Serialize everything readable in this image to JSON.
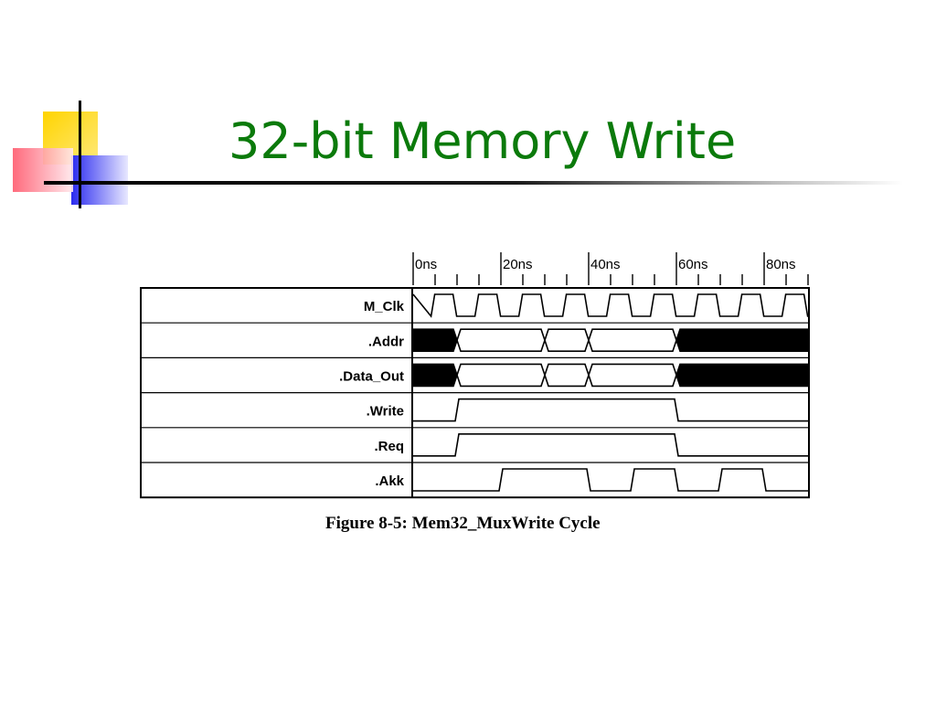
{
  "slide": {
    "title": "32-bit Memory Write",
    "title_color": "#0b7a0b"
  },
  "chart_data": {
    "type": "timing-diagram",
    "caption": "Figure 8-5:  Mem32_MuxWrite Cycle",
    "time_unit": "ns",
    "time_ticks": [
      "0ns",
      "20ns",
      "40ns",
      "60ns",
      "80ns"
    ],
    "time_range": [
      0,
      90
    ],
    "clock_period": 10,
    "signals": [
      {
        "name": "M_Clk",
        "kind": "clock",
        "first_rise": 4.5
      },
      {
        "name": ".Addr",
        "kind": "bus",
        "segments": [
          {
            "t0": 0,
            "t1": 10,
            "state": "undefined"
          },
          {
            "t0": 10,
            "t1": 30,
            "state": "valid"
          },
          {
            "t0": 30,
            "t1": 40,
            "state": "valid"
          },
          {
            "t0": 40,
            "t1": 60,
            "state": "valid"
          },
          {
            "t0": 60,
            "t1": 90,
            "state": "undefined"
          }
        ]
      },
      {
        "name": ".Data_Out",
        "kind": "bus",
        "segments": [
          {
            "t0": 0,
            "t1": 10,
            "state": "undefined"
          },
          {
            "t0": 10,
            "t1": 30,
            "state": "valid"
          },
          {
            "t0": 30,
            "t1": 40,
            "state": "valid"
          },
          {
            "t0": 40,
            "t1": 60,
            "state": "valid"
          },
          {
            "t0": 60,
            "t1": 90,
            "state": "undefined"
          }
        ]
      },
      {
        "name": ".Write",
        "kind": "level",
        "initial": 0,
        "edges": [
          10,
          60
        ]
      },
      {
        "name": ".Req",
        "kind": "level",
        "initial": 0,
        "edges": [
          10,
          60
        ]
      },
      {
        "name": ".Akk",
        "kind": "level",
        "initial": 0,
        "edges": [
          20,
          40,
          50,
          60,
          70,
          80
        ]
      }
    ]
  }
}
